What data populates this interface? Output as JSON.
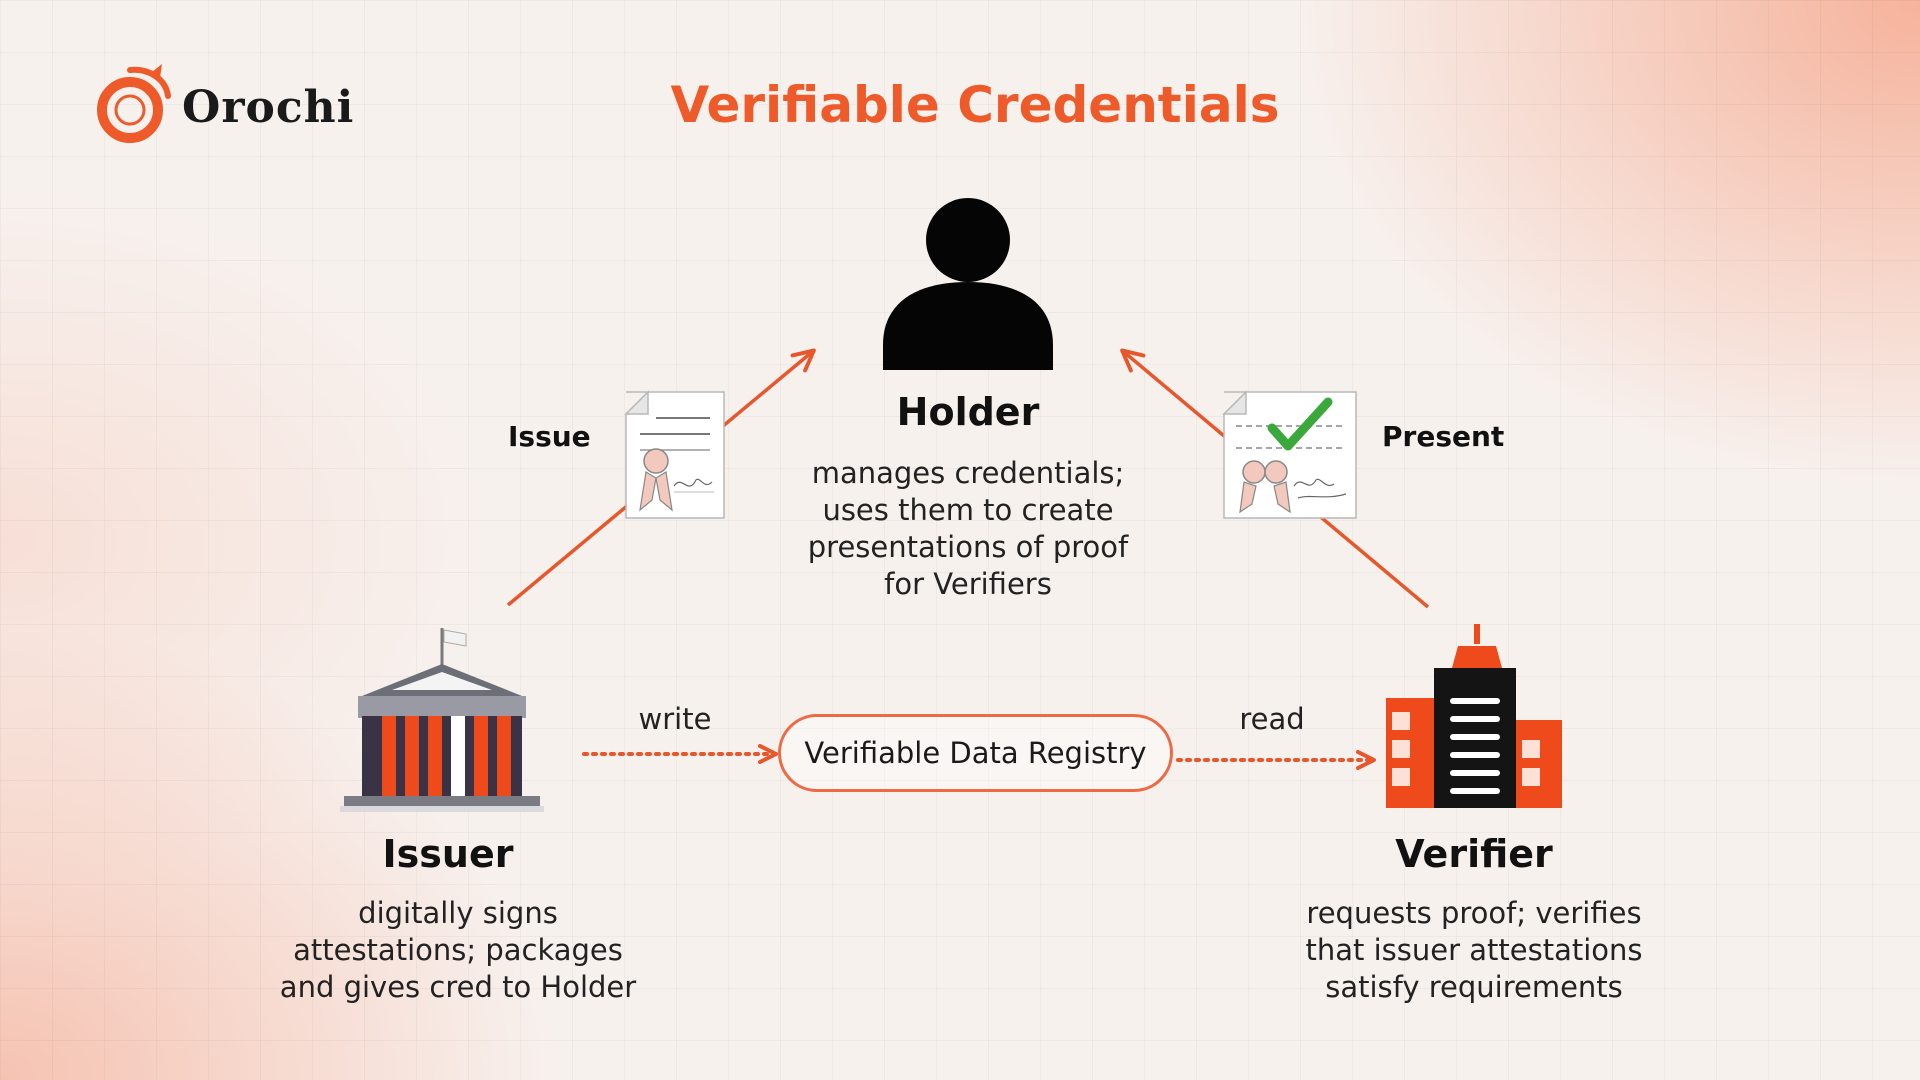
{
  "brand": {
    "name": "Orochi"
  },
  "title": "Verifiable Credentials",
  "holder": {
    "title": "Holder",
    "description": [
      "manages credentials;",
      "uses them to create",
      "presentations of proof",
      "for Verifiers"
    ]
  },
  "issuer": {
    "title": "Issuer",
    "description": [
      "digitally signs",
      "attestations; packages",
      "and gives cred to Holder"
    ]
  },
  "verifier": {
    "title": "Verifier",
    "description": [
      "requests proof; verifies",
      "that issuer attestations",
      "satisfy requirements"
    ]
  },
  "arrows": {
    "issue": "Issue",
    "present": "Present",
    "write": "write",
    "read": "read"
  },
  "registry": {
    "label": "Verifiable Data Registry"
  },
  "colors": {
    "accent": "#ee5a2a",
    "arrow": "#e8562c",
    "building_dark": "#3a3346",
    "building_red": "#ee4a1c",
    "check_green": "#3aa83a"
  },
  "icons": {
    "logo": "dragon-ring-logo",
    "holder": "person-icon",
    "issuer": "bank-building-icon",
    "verifier": "office-building-icon",
    "issue_doc": "certificate-document-icon",
    "present_doc": "verified-document-icon"
  }
}
